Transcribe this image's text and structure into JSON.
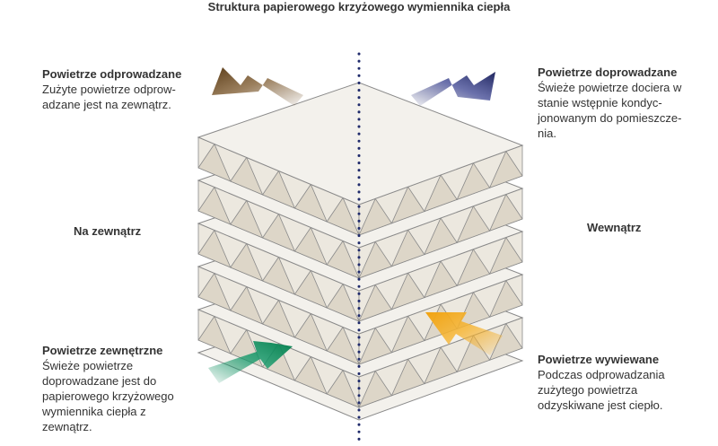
{
  "title": "Struktura papierowego krzyżowego wymiennika ciepła",
  "labels": {
    "outside": "Na zewnątrz",
    "inside": "Wewnątrz"
  },
  "blocks": {
    "exhaust": {
      "head": "Powietrze odprowadzane",
      "body": "Zużyte powietrze odprow-\nadzane jest na zewnątrz."
    },
    "supply": {
      "head": "Powietrze doprowadzane",
      "body": "Świeże powietrze dociera w\nstanie wstępnie kondyc-\njonowanym do pomieszcze-\nnia."
    },
    "outdoor": {
      "head": "Powietrze zewnętrzne",
      "body": "Świeże powietrze\ndoprowadzane jest do\npapierowego krzyżowego\nwymiennika ciepła z\nzewnątrz."
    },
    "extract": {
      "head": "Powietrze wywiewane",
      "body": "Podczas odprowadzania\nzużytego powietrza\nodzyskiwane jest ciepło."
    }
  },
  "colors": {
    "exhaust_arrow": "#6b4a22",
    "supply_arrow": "#2e3470",
    "outdoor_arrow": "#0e8a5a",
    "extract_arrow": "#f4a81d",
    "plate_fill": "#f3f1ec",
    "plate_stroke": "#8a8a8a",
    "divider": "#1f2a6b"
  }
}
